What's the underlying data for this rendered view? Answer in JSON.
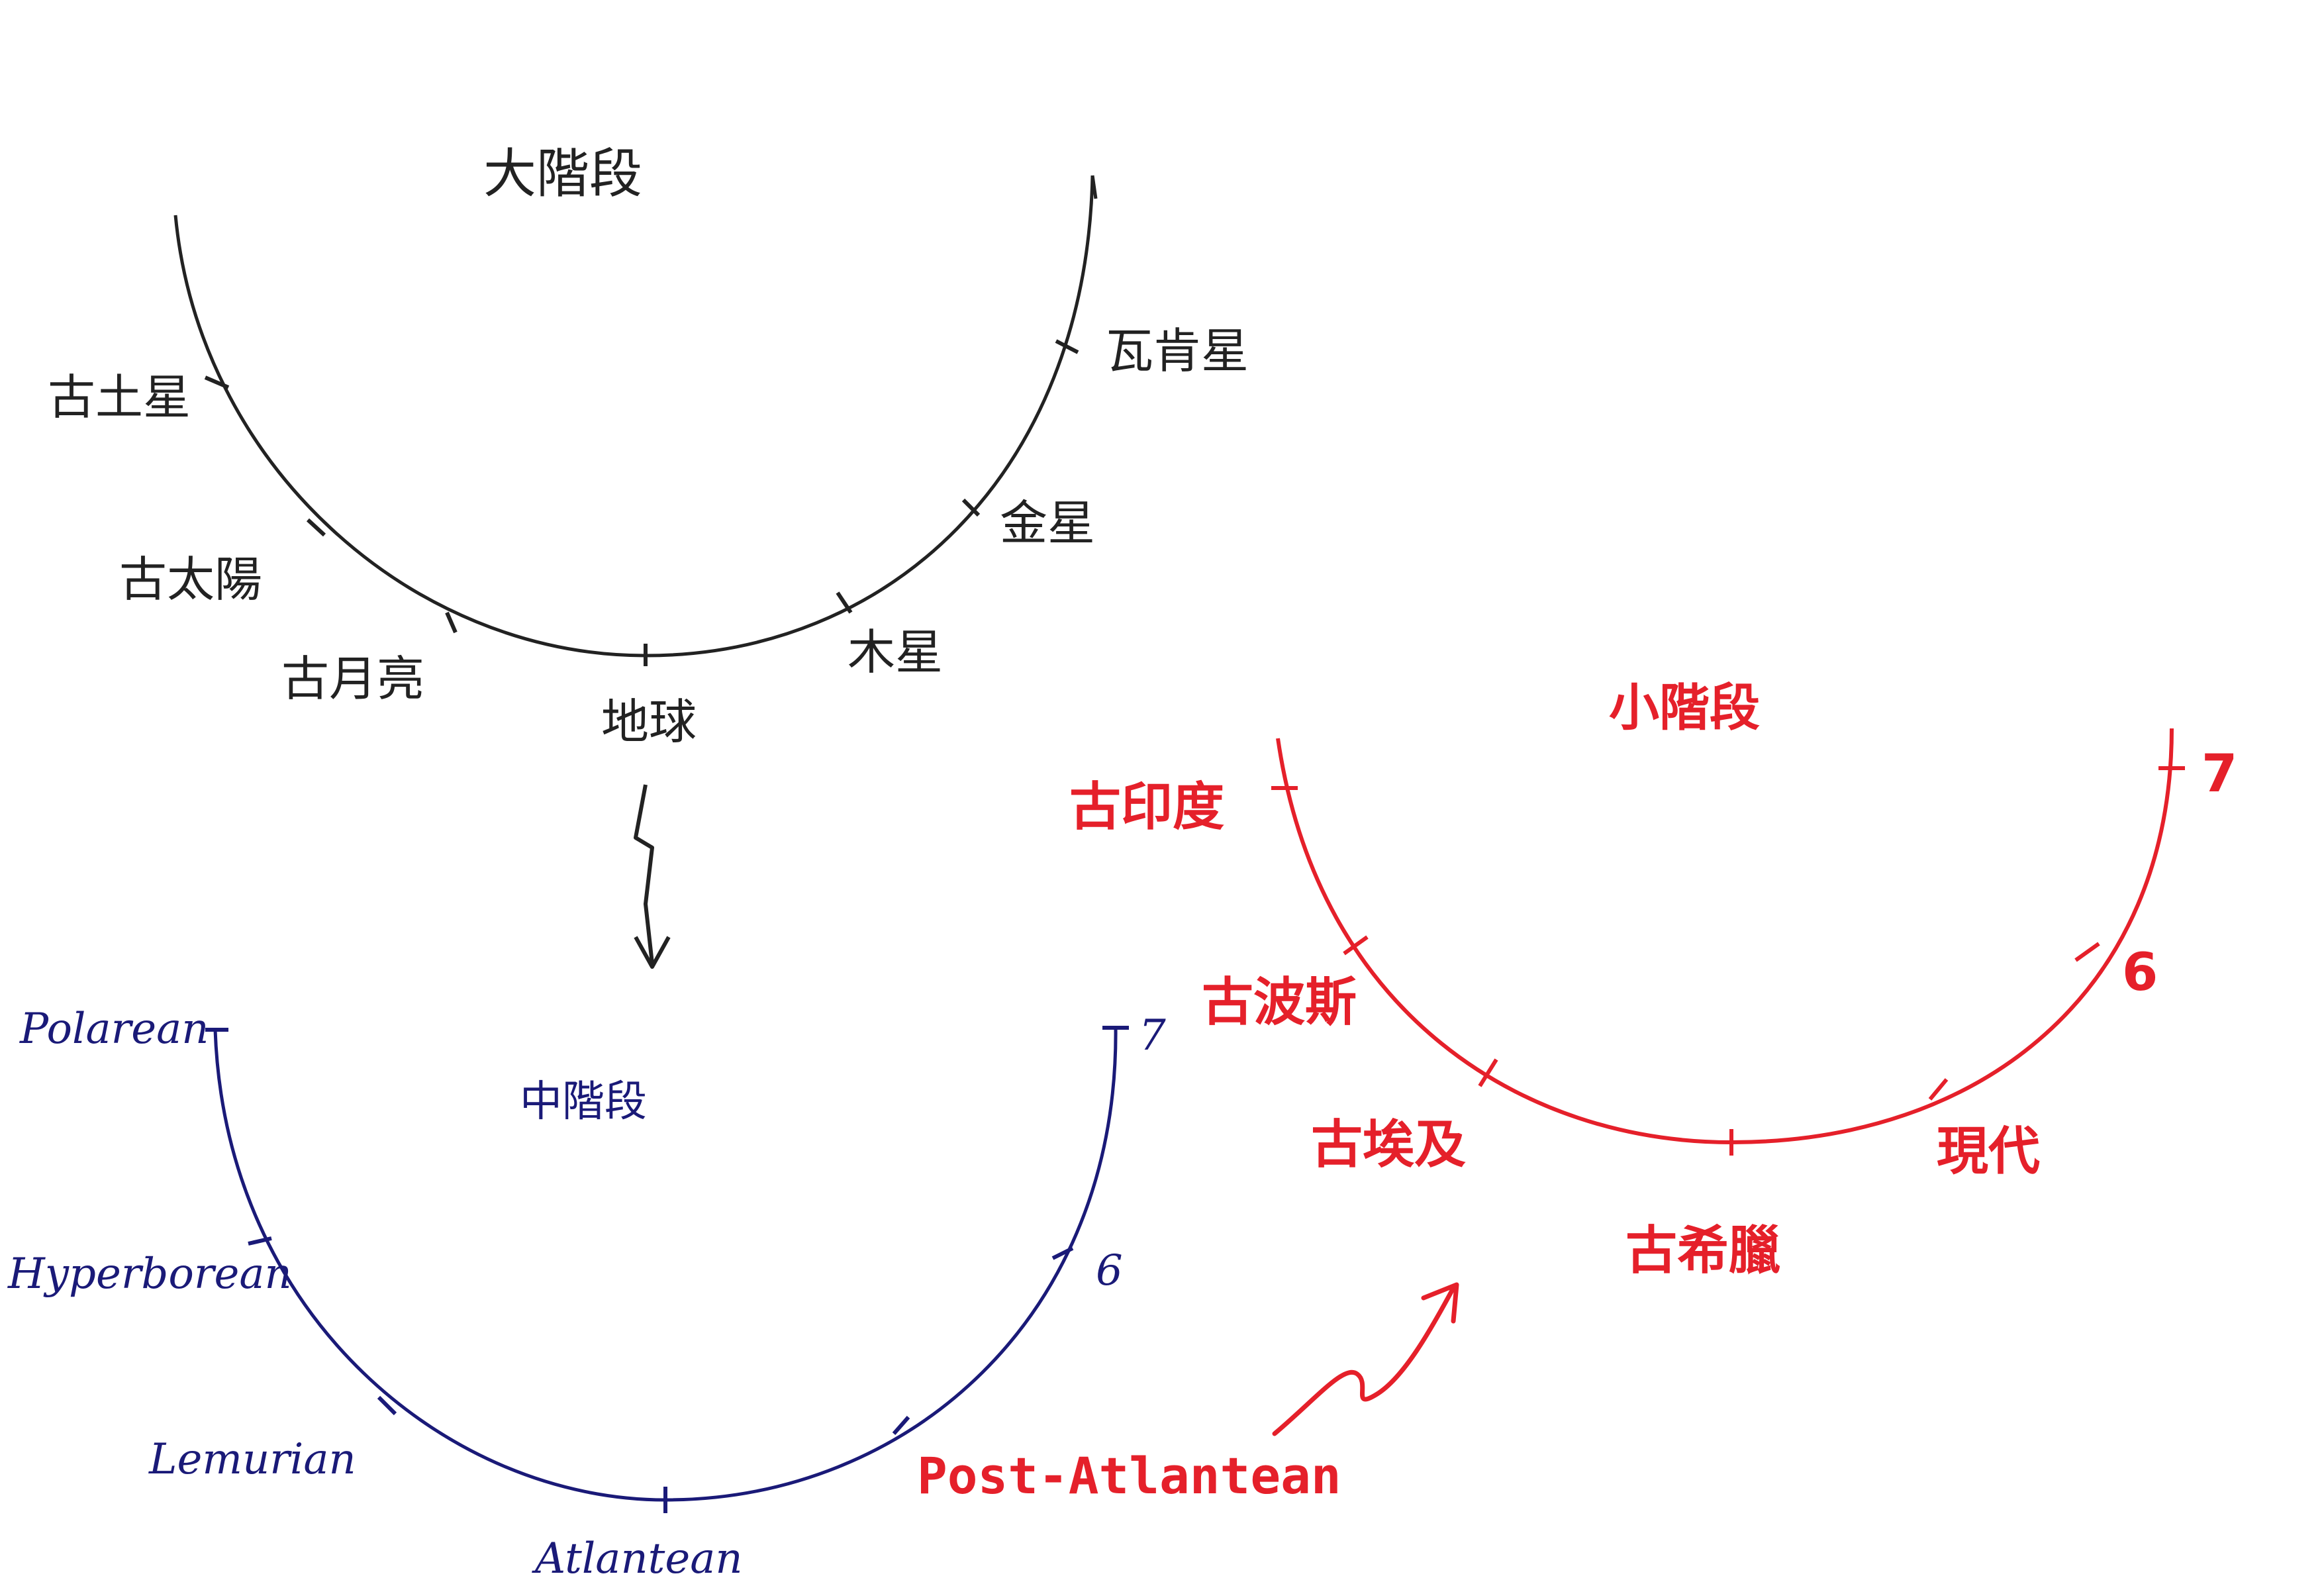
{
  "colors": {
    "background": "#ffffff",
    "great_stage": "#222222",
    "middle_stage": "#1a1a78",
    "small_stage": "#e5202a"
  },
  "great_stage": {
    "title": "大階段",
    "labels": [
      "古土星",
      "古太陽",
      "古月亮",
      "地球",
      "木星",
      "金星",
      "瓦肯星"
    ]
  },
  "middle_stage": {
    "title": "中階段",
    "labels": [
      "Polarean",
      "Hyperborean",
      "Lemurian",
      "Atlantean",
      "Post-Atlantean",
      "6",
      "7"
    ]
  },
  "small_stage": {
    "title": "小階段",
    "labels": [
      "古印度",
      "古波斯",
      "古埃及",
      "古希臘",
      "現代",
      "6",
      "7"
    ]
  }
}
